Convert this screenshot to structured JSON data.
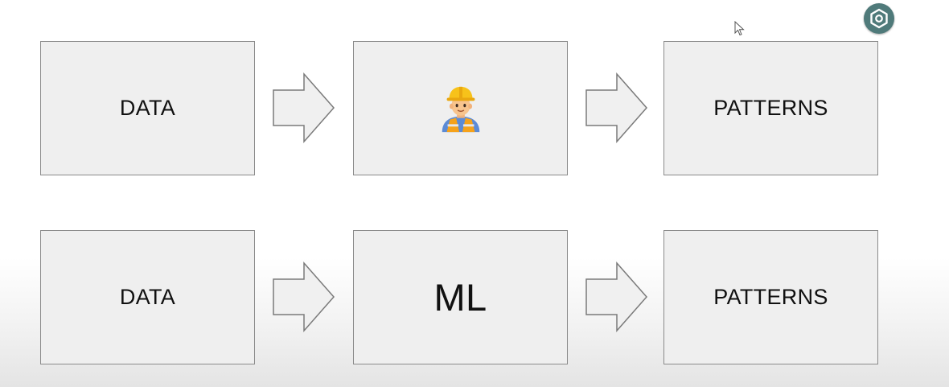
{
  "diagram": {
    "row1": {
      "input_label": "DATA",
      "process_icon": "construction-worker-icon",
      "output_label": "PATTERNS"
    },
    "row2": {
      "input_label": "DATA",
      "process_label": "ML",
      "output_label": "PATTERNS"
    }
  },
  "overlay": {
    "settings_icon": "settings-icon",
    "cursor_icon": "mouse-pointer-icon"
  },
  "colors": {
    "box_fill": "#efefef",
    "box_border": "#8a8a8a",
    "settings_button": "#4f7a7a"
  }
}
